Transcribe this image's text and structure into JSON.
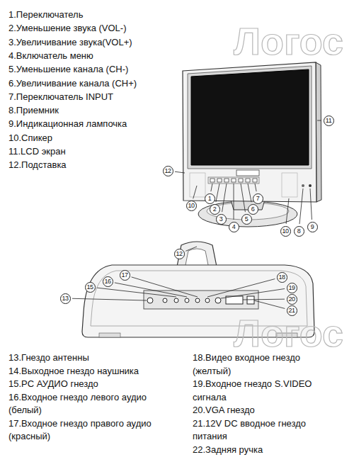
{
  "diagram": {
    "labels": [
      "1.Переключатель",
      "2.Уменьшение звука (VOL-)",
      "3.Увеличивание звука(VOL+)",
      "4.Включатель меню",
      "5.Уменьшение канала (CH-)",
      "6.Увеличивание канала (CH+)",
      "7.Переключатель INPUT",
      "8.Приемник",
      "9.Индикационная лампочка",
      "10.Спикер",
      "11.LCD экран",
      "12.Подставка",
      "12",
      "10",
      "1",
      "2",
      "3",
      "4",
      "5",
      "6",
      "7",
      "10",
      "8",
      "9",
      "11",
      "12",
      "17",
      "16",
      "15",
      "13",
      "18",
      "19",
      "20",
      "21",
      "13.Гнездо антенны",
      "14.Выходное гнездо наушника",
      "15.PC АУДИО гнездо",
      "16.Входное гнездо левого аудио (белый)",
      "17.Входное гнездо правого аудио (красный)",
      "18.Видео входное гнездо (желтый)",
      "19.Входное гнездо S.VIDEO сигнала",
      "20.VGA гнездо",
      "21.12V DC вводное гнездо питания",
      "22.Задняя ручка",
      "Логос",
      "Логос"
    ]
  }
}
